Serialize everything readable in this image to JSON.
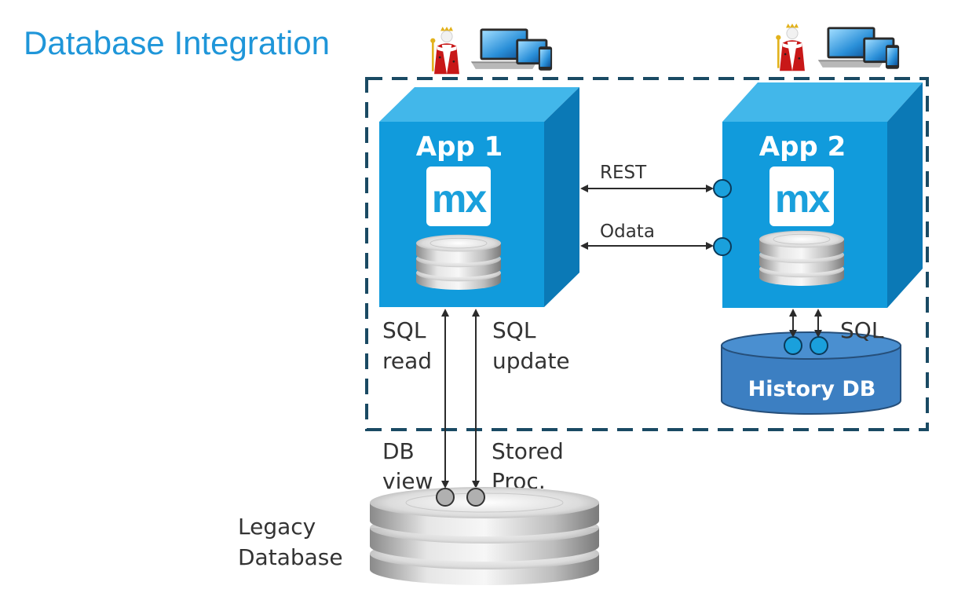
{
  "title": "Database Integration",
  "apps": [
    {
      "name": "App 1",
      "logo": "mx"
    },
    {
      "name": "App 2",
      "logo": "mx"
    }
  ],
  "connections": {
    "rest": "REST",
    "odata": "Odata",
    "sql_read": [
      "SQL",
      "read"
    ],
    "sql_update": [
      "SQL",
      "update"
    ],
    "sql_history": "SQL",
    "db_view": [
      "DB",
      "view"
    ],
    "stored_proc": [
      "Stored",
      "Proc."
    ]
  },
  "history_db": "History DB",
  "legacy_db": [
    "Legacy",
    "Database"
  ],
  "icons": [
    "king-user-icon",
    "devices-icon",
    "database-icon",
    "connector-icon"
  ],
  "colors": {
    "title": "#1f96d9",
    "cube_front": "#119bdc",
    "cube_top": "#42b7ea",
    "cube_side": "#0b79b6",
    "boundary": "#1a4a63",
    "history_db": "#3c7fc2"
  }
}
